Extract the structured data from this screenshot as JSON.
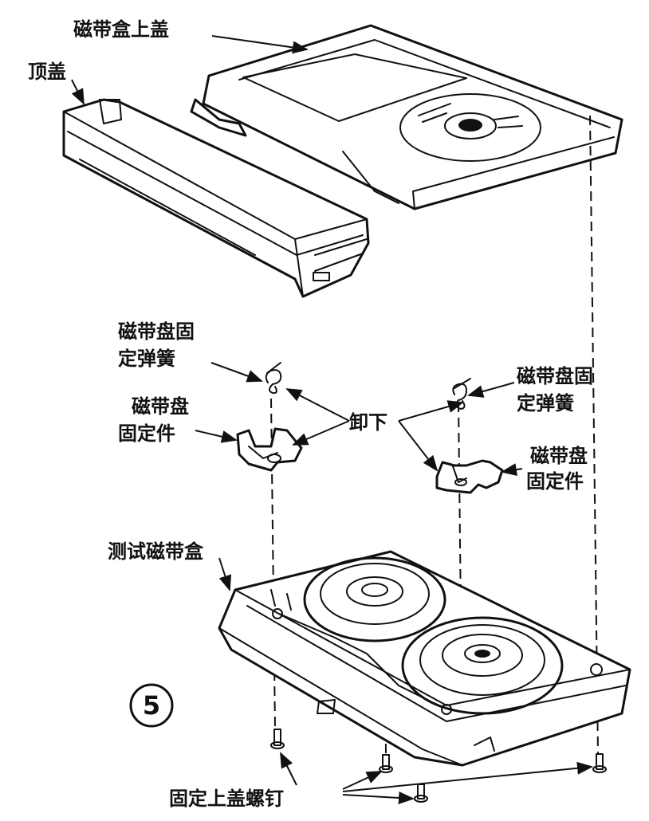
{
  "labels": {
    "cassette_upper_lid": "磁带盒上盖",
    "top_cover": "顶盖",
    "holder_spring_left_line1": "磁带盘固",
    "holder_spring_left_line2": "定弹簧",
    "holder_left_line1": "磁带盘",
    "holder_left_line2": "固定件",
    "remove": "卸下",
    "holder_spring_right_line1": "磁带盘固",
    "holder_spring_right_line2": "定弹簧",
    "holder_right_line1": "磁带盘",
    "holder_right_line2": "固定件",
    "test_cassette": "测试磁带盒",
    "lid_screws": "固定上盖螺钉"
  },
  "step_number": "5"
}
